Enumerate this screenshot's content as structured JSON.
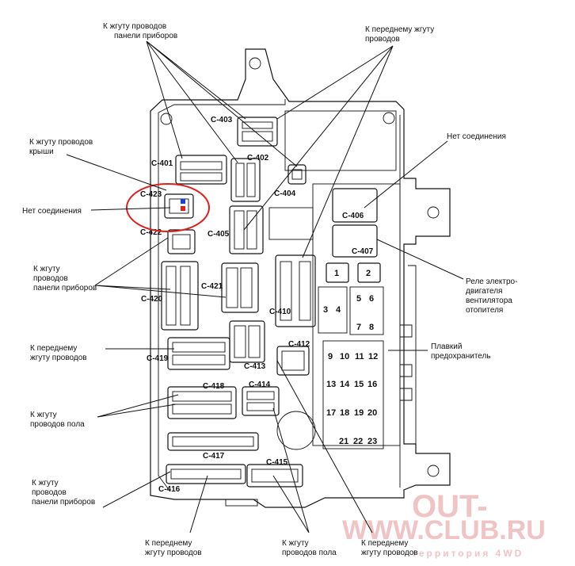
{
  "callouts": {
    "top_left_1": "К жгуту проводов",
    "top_left_2": "панели приборов",
    "top_right_1": "К переднему жгуту",
    "top_right_2": "проводов",
    "roof_1": "К жгуту проводов",
    "roof_2": "крыши",
    "no_conn_left": "Нет соединения",
    "no_conn_right": "Нет соединения",
    "panel_left_1": "К жгуту",
    "panel_left_2": "проводов",
    "panel_left_3": "панели приборов",
    "front_left_1": "К переднему",
    "front_left_2": "жгуту проводов",
    "floor_left_1": "К жгуту",
    "floor_left_2": "проводов пола",
    "panel_bottom_1": "К жгуту",
    "panel_bottom_2": "проводов",
    "panel_bottom_3": "панели приборов",
    "front_bottom_1": "К переднему",
    "front_bottom_2": "жгуту проводов",
    "floor_bottom_1": "К жгуту",
    "floor_bottom_2": "проводов пола",
    "front_bottom_r_1": "К переднему",
    "front_bottom_r_2": "жгуту проводов",
    "relay_1": "Реле электро-",
    "relay_2": "двигателя",
    "relay_3": "вентилятора",
    "relay_4": "отопителя",
    "fuse_1": "Плавкий",
    "fuse_2": "предохранитель"
  },
  "connectors": {
    "c403": "C-403",
    "c401": "C-401",
    "c402": "C-402",
    "c404": "C-404",
    "c423": "C-423",
    "c422": "C-422",
    "c405": "C-405",
    "c406": "C-406",
    "c407": "C-407",
    "c420": "C-420",
    "c421": "C-421",
    "c410": "C-410",
    "c412": "C-412",
    "c413": "C-413",
    "c419": "C-419",
    "c418": "C-418",
    "c414": "C-414",
    "c417": "C-417",
    "c416": "C-416",
    "c415": "C-415"
  },
  "fuses": [
    "1",
    "2",
    "3",
    "4",
    "5",
    "6",
    "7",
    "8",
    "9",
    "10",
    "11",
    "12",
    "13",
    "14",
    "15",
    "16",
    "17",
    "18",
    "19",
    "20",
    "21",
    "22",
    "23"
  ],
  "watermark": {
    "line1": "OUT-",
    "line2": "WWW.CLUB.RU",
    "line3": "территория 4WD"
  },
  "colors": {
    "highlight_circle": "#e0201c",
    "blue_mark": "#1b3fd6",
    "red_mark": "#e0201c",
    "watermark": "#f0c4c4"
  }
}
